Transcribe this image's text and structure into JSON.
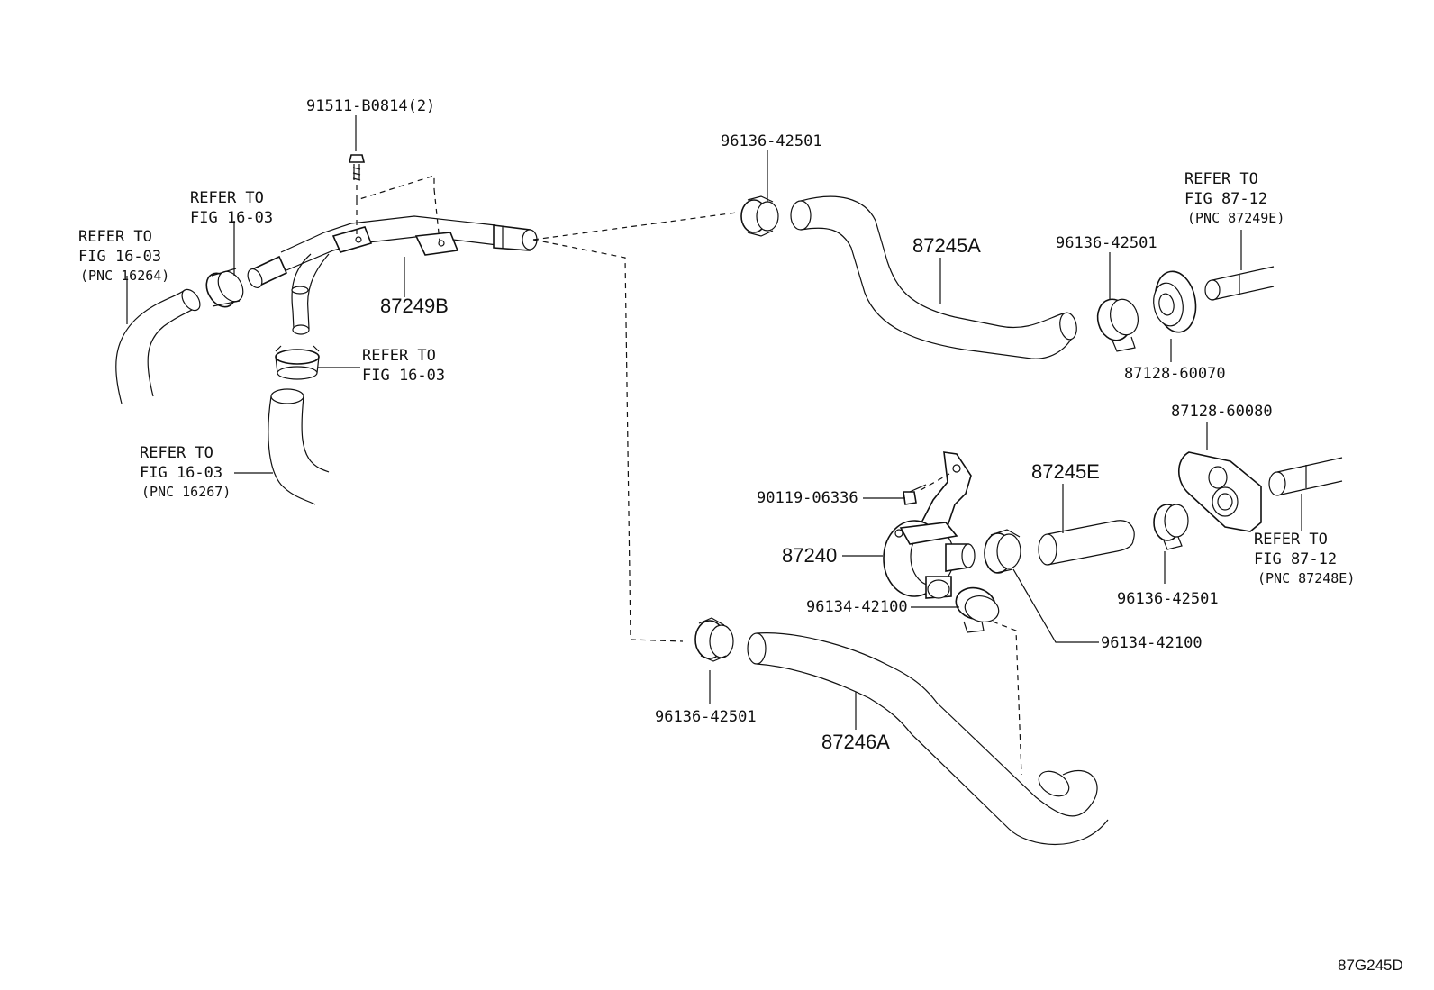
{
  "diagram_id": "87G245D",
  "callouts": {
    "bolt_top": "91511-B0814(2)",
    "clamp_top": "96136-42501",
    "refer_left_1": "REFER TO",
    "refer_left_2": "FIG 16-03",
    "refer_left_3": "(PNC 16264)",
    "refer_mid_1": "REFER TO",
    "refer_mid_2": "FIG 16-03",
    "pipe_main": "87249B",
    "refer_clamp_1": "REFER TO",
    "refer_clamp_2": "FIG 16-03",
    "refer_lower_1": "REFER TO",
    "refer_lower_2": "FIG 16-03",
    "refer_lower_3": "(PNC 16267)",
    "hose_a": "87245A",
    "clamp_right": "96136-42501",
    "refer_right_1": "REFER TO",
    "refer_right_2": "FIG 87-12",
    "refer_right_3": "(PNC 87249E)",
    "grommet_top": "87128-60070",
    "grommet_bottom": "87128-60080",
    "hose_e": "87245E",
    "bolt_valve": "90119-06336",
    "valve": "87240",
    "clamp_valve": "96134-42100",
    "clamp_e_lower": "96136-42501",
    "refer_right_low_1": "REFER TO",
    "refer_right_low_2": "FIG 87-12",
    "refer_right_low_3": "(PNC 87248E)",
    "clamp_valve_2": "96134-42100",
    "clamp_lower": "96136-42501",
    "hose_lower": "87246A"
  }
}
